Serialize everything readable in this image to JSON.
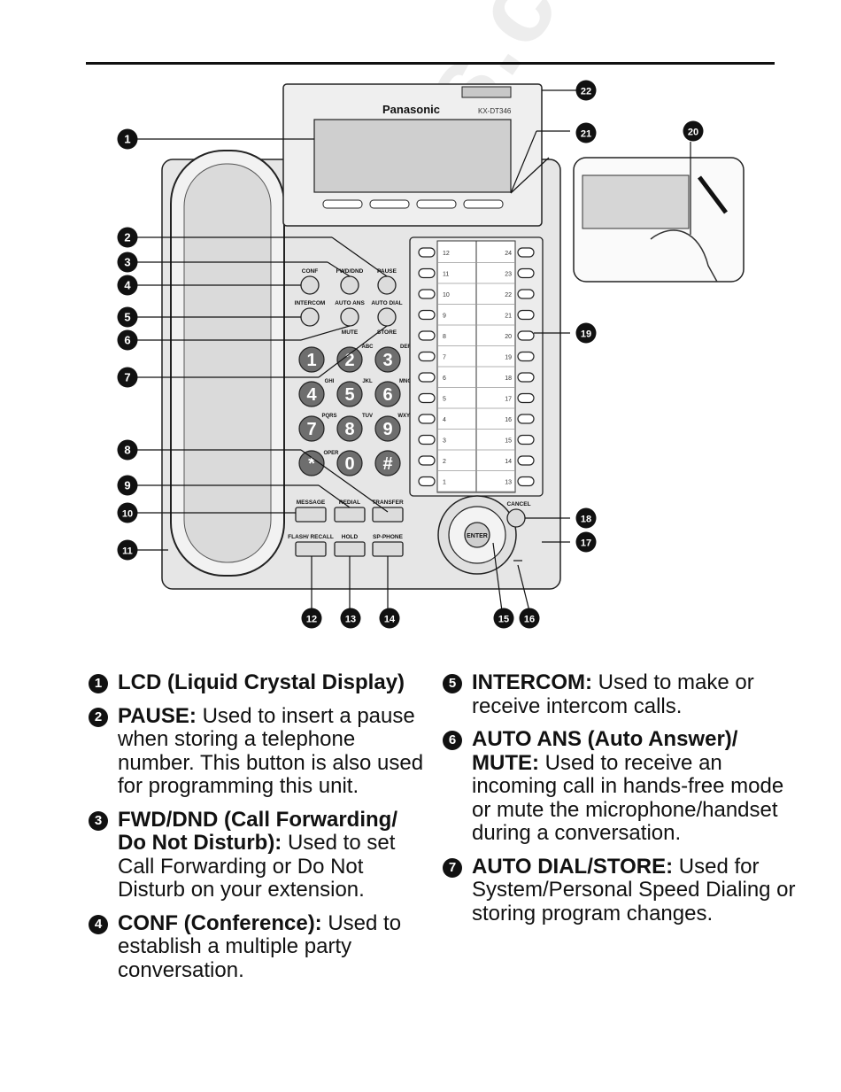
{
  "figure": {
    "brand": "Panasonic",
    "model": "KX-DT346",
    "callouts": [
      "1",
      "2",
      "3",
      "4",
      "5",
      "6",
      "7",
      "8",
      "9",
      "10",
      "11",
      "12",
      "13",
      "14",
      "15",
      "16",
      "17",
      "18",
      "19",
      "20",
      "21",
      "22"
    ],
    "button_labels": {
      "conf": "CONF",
      "fwd_dnd": "FWD/DND",
      "pause": "PAUSE",
      "intercom": "INTERCOM",
      "auto_ans": "AUTO ANS",
      "mute": "MUTE",
      "auto_dial": "AUTO DIAL",
      "store": "STORE",
      "message": "MESSAGE",
      "redial": "REDIAL",
      "transfer": "TRANSFER",
      "flash_recall": "FLASH/ RECALL",
      "hold": "HOLD",
      "sp_phone": "SP-PHONE",
      "cancel": "CANCEL",
      "enter": "ENTER",
      "oper": "OPER"
    },
    "keypad": [
      {
        "digit": "1",
        "letters": ""
      },
      {
        "digit": "2",
        "letters": "ABC"
      },
      {
        "digit": "3",
        "letters": "DEF"
      },
      {
        "digit": "4",
        "letters": "GHI"
      },
      {
        "digit": "5",
        "letters": "JKL"
      },
      {
        "digit": "6",
        "letters": "MNO"
      },
      {
        "digit": "7",
        "letters": "PQRS"
      },
      {
        "digit": "8",
        "letters": "TUV"
      },
      {
        "digit": "9",
        "letters": "WXYZ"
      },
      {
        "digit": "*",
        "letters": ""
      },
      {
        "digit": "0",
        "letters": ""
      },
      {
        "digit": "#",
        "letters": ""
      }
    ],
    "flex_left": [
      "12",
      "11",
      "10",
      "9",
      "8",
      "7",
      "6",
      "5",
      "4",
      "3",
      "2",
      "1"
    ],
    "flex_right": [
      "24",
      "23",
      "22",
      "21",
      "20",
      "19",
      "18",
      "17",
      "16",
      "15",
      "14",
      "13"
    ]
  },
  "watermark": "all-guides.com",
  "legend": {
    "left": [
      {
        "num": "1",
        "term": "LCD (Liquid Crystal Display)",
        "desc": ""
      },
      {
        "num": "2",
        "term": "PAUSE:",
        "desc": "Used to insert a pause when storing a telephone number. This button is also used for programming this unit."
      },
      {
        "num": "3",
        "term": "FWD/DND (Call Forwarding/ Do Not Disturb):",
        "desc": "Used to set Call Forwarding or Do Not Disturb on your extension."
      },
      {
        "num": "4",
        "term": "CONF (Conference):",
        "desc": "Used to establish a multiple party conversation."
      }
    ],
    "right": [
      {
        "num": "5",
        "term": "INTERCOM:",
        "desc": "Used to make or receive intercom calls."
      },
      {
        "num": "6",
        "term": "AUTO ANS (Auto Answer)/ MUTE:",
        "desc": "Used to receive an incoming call in hands-free mode or mute the microphone/handset during a conversation."
      },
      {
        "num": "7",
        "term": "AUTO DIAL/STORE:",
        "desc": "Used for System/Personal Speed Dialing or storing program changes."
      }
    ]
  }
}
